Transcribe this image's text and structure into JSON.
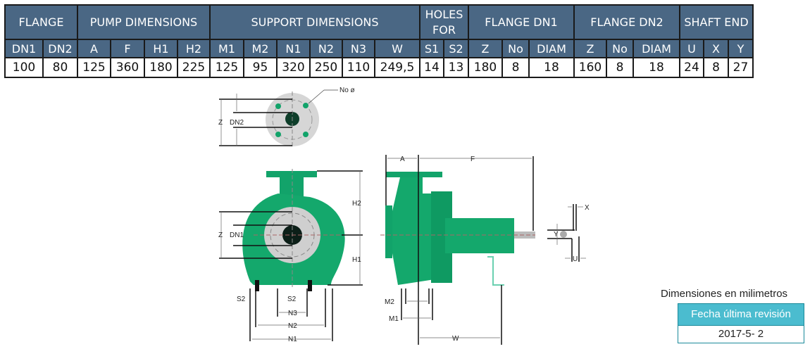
{
  "table": {
    "groups": [
      "FLANGE",
      "PUMP DIMENSIONS",
      "SUPPORT DIMENSIONS",
      "HOLES FOR",
      "FLANGE DN1",
      "FLANGE DN2",
      "SHAFT END"
    ],
    "columns": [
      "DN1",
      "DN2",
      "A",
      "F",
      "H1",
      "H2",
      "M1",
      "M2",
      "N1",
      "N2",
      "N3",
      "W",
      "S1",
      "S2",
      "Z",
      "No",
      "DIAM",
      "Z",
      "No",
      "DIAM",
      "U",
      "X",
      "Y"
    ],
    "values": [
      "100",
      "80",
      "125",
      "360",
      "180",
      "225",
      "125",
      "95",
      "320",
      "250",
      "110",
      "249,5",
      "14",
      "13",
      "180",
      "8",
      "18",
      "160",
      "8",
      "18",
      "24",
      "8",
      "27"
    ]
  },
  "diagram": {
    "labels": {
      "no_diam": "No ø",
      "z": "Z",
      "dn2": "DN2",
      "dn1": "DN1",
      "h1": "H1",
      "h2": "H2",
      "a": "A",
      "f": "F",
      "x": "X",
      "y": "Y",
      "u": "U",
      "s2": "S2",
      "n1": "N1",
      "n2": "N2",
      "n3": "N3",
      "m1": "M1",
      "m2": "M2",
      "w": "W"
    }
  },
  "footer": {
    "note": "Dimensiones en milimetros",
    "revision_header": "Fecha última revisión",
    "revision_date": "2017-5- 2"
  },
  "colors": {
    "header": "#4a6784",
    "pump": "#12a36a",
    "revision": "#4bbccf"
  }
}
